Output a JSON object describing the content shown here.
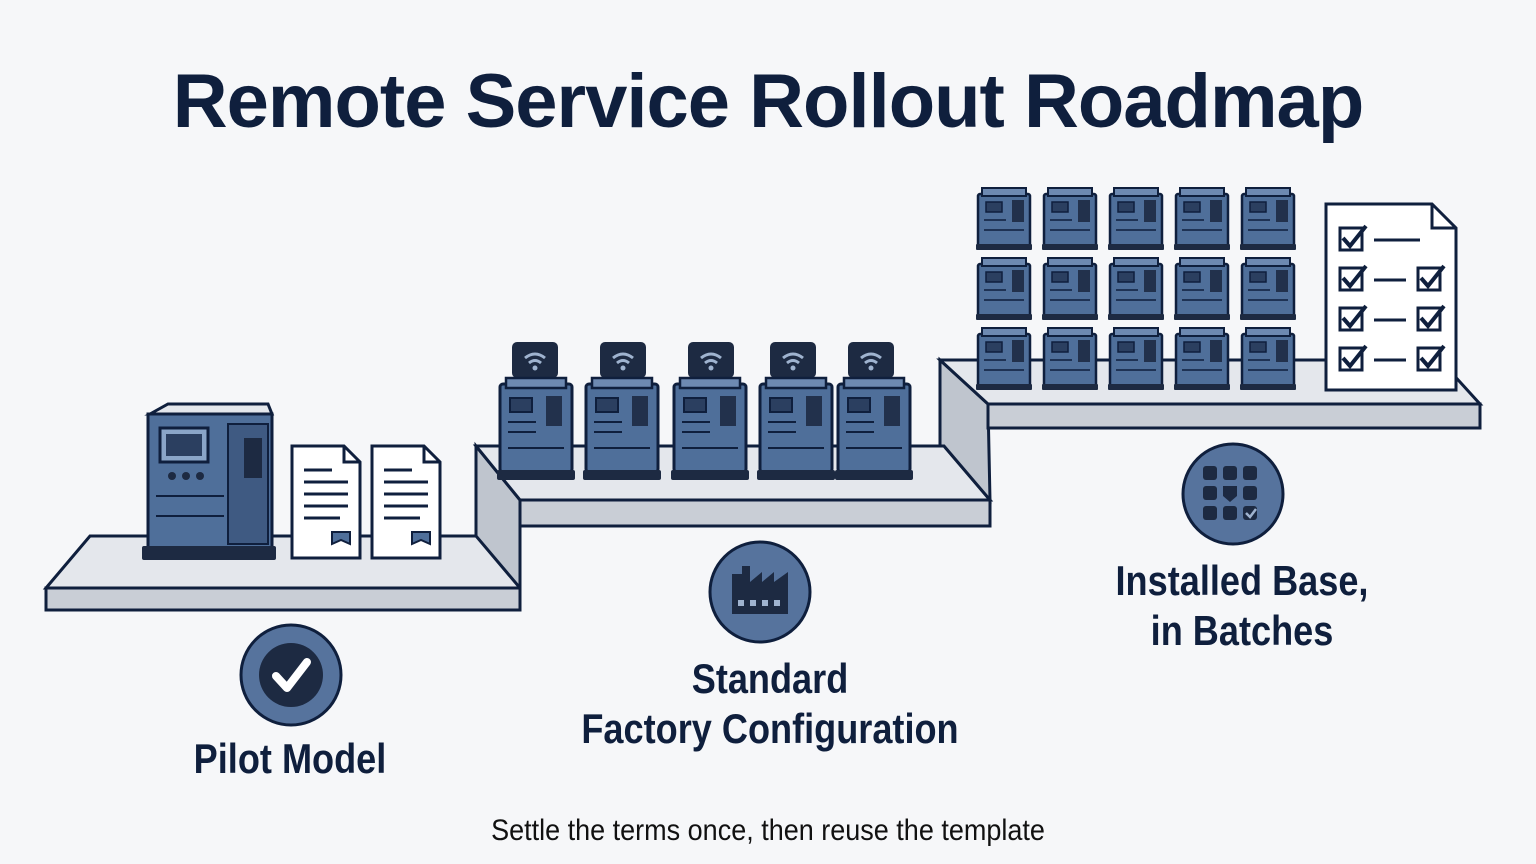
{
  "title": "Remote Service Rollout Roadmap",
  "steps": [
    {
      "id": "pilot",
      "lines": [
        "Pilot Model"
      ],
      "icon": "checkmark-icon"
    },
    {
      "id": "standard",
      "lines": [
        "Standard",
        "Factory Configuration"
      ],
      "icon": "factory-icon"
    },
    {
      "id": "installed",
      "lines": [
        "Installed Base,",
        "in Batches"
      ],
      "icon": "grid-batch-icon"
    }
  ],
  "caption": "Settle the terms once, then reuse the template",
  "colors": {
    "navy": "#0f1f3d",
    "machine_blue": "#4f6f9a",
    "badge_blue": "#56739d",
    "platform": "#d9dde3",
    "background": "#f6f7f9"
  }
}
